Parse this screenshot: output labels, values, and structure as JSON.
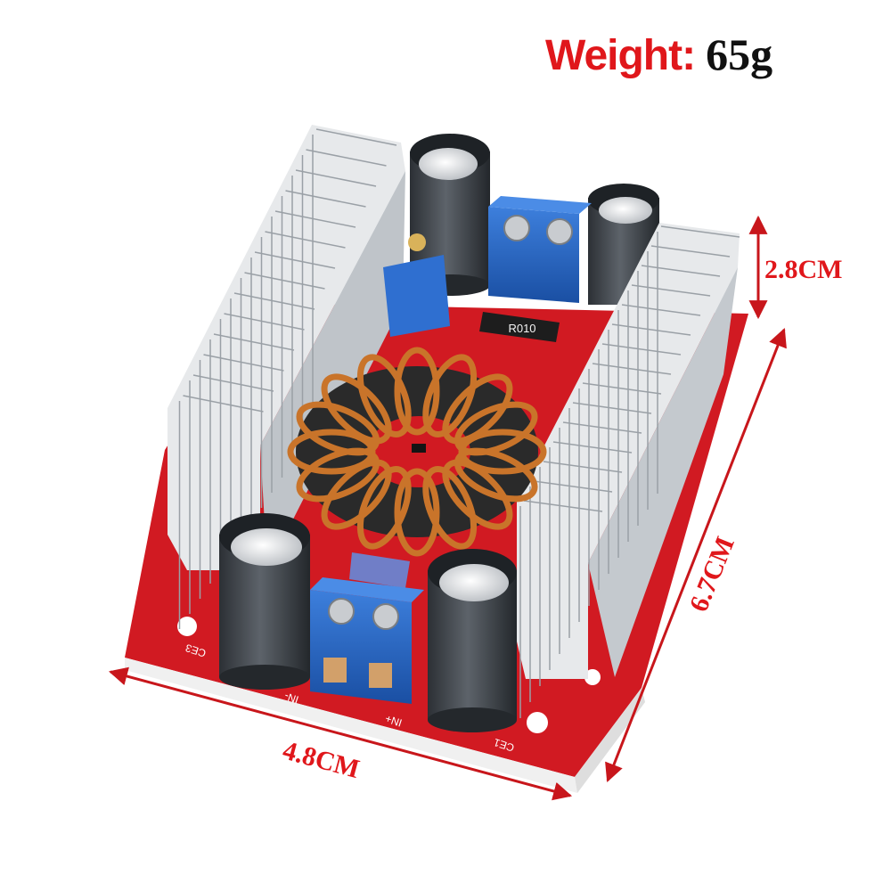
{
  "header": {
    "weight_label": "Weight:",
    "weight_value": "65g"
  },
  "dimensions": {
    "height": "2.8CM",
    "length": "6.7CM",
    "width": "4.8CM"
  },
  "board_markings": {
    "resistor_code": "R010",
    "input_negative": "IN-",
    "input_positive": "IN+",
    "cap_left": "CE3",
    "cap_right": "CE1"
  },
  "colors": {
    "accent": "#e0171b",
    "pcb": "#d11a22",
    "heatsink": "#dcdfe2",
    "terminal": "#1f62c4",
    "copper": "#c9742a"
  }
}
